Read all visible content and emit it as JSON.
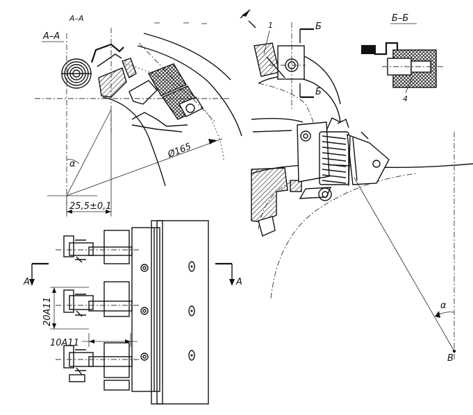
{
  "labels": {
    "top_section": "А–А",
    "section_aa": "А–А",
    "section_bb": "Б–Б",
    "diameter": "Ø165",
    "offset_dim": "25,5±0,1",
    "alpha": "α",
    "alpha_lower": "α",
    "section_mark_left": "А",
    "section_mark_right": "А",
    "dim_20": "20А11",
    "dim_10": "10А11",
    "part_1": "1",
    "part_4": "4",
    "b_mark_top": "Б",
    "b_mark_bottom": "Б",
    "point_b": "В"
  }
}
